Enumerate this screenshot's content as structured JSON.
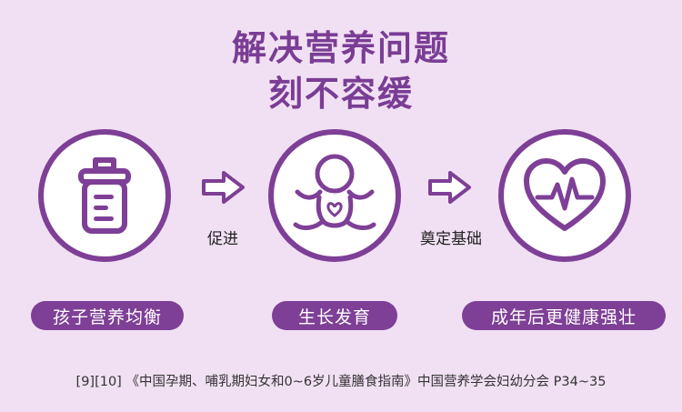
{
  "heading": {
    "line1": "解决营养问题",
    "line2": "刻不容缓"
  },
  "steps": [
    {
      "icon": "baby-bottle-icon",
      "label": "孩子营养均衡"
    },
    {
      "icon": "baby-icon",
      "label": "生长发育"
    },
    {
      "icon": "heart-pulse-icon",
      "label": "成年后更健康强壮"
    }
  ],
  "connectors": [
    "促进",
    "奠定基础"
  ],
  "footnote": "[9][10] 《中国孕期、哺乳期妇女和0~6岁儿童膳食指南》中国营养学会妇幼分会   P34~35",
  "colors": {
    "background": "#f1e0f3",
    "accent": "#7e3f96",
    "heading": "#7a3d95"
  }
}
